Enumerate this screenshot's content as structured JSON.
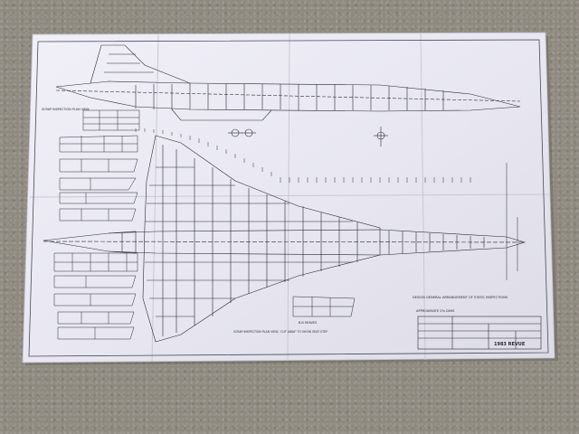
{
  "photo": {
    "subject": "drawing-sheet",
    "surface": "carpet"
  },
  "drawing": {
    "top_view_caption": "SCRAP INSPECTION PLAN VIEW",
    "plan_view_caption": "SCRAP INSPECTION PLAN VIEW, 'CUT AWAY' TO SHOW SEAT STEP",
    "section_caption": "B-B HEAVES",
    "note_line_1": "DESIGN GENERAL ARRANGEMENT OF STATIC INSPECTIONS",
    "note_line_2": "APPROXIMATE 2% DIMS",
    "title_block_number": "1983 REVUE",
    "colors": {
      "paper": "#e9e8f3",
      "ink": "#2a2a35",
      "carpet": "#8f8a80"
    }
  }
}
